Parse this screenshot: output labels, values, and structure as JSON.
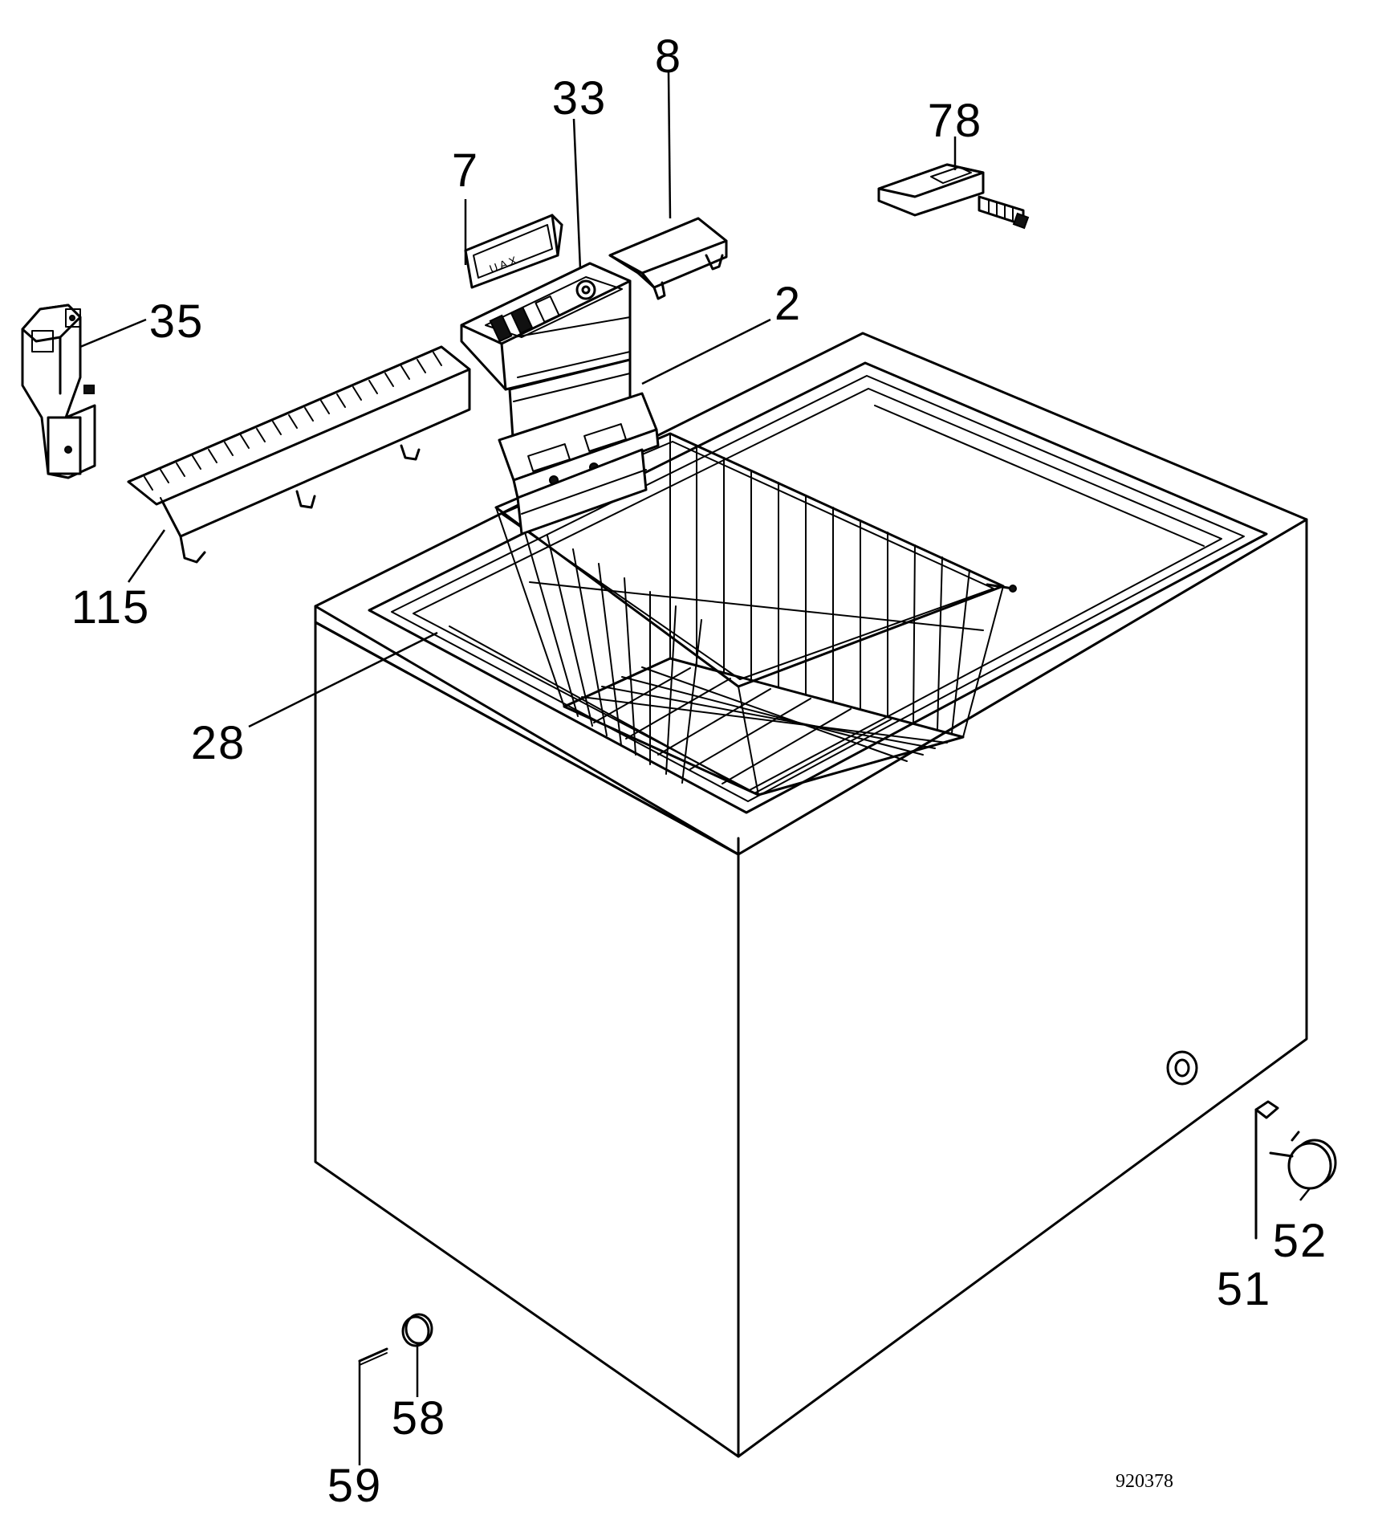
{
  "drawing_number": "920378",
  "callouts": [
    {
      "id": "label-2",
      "text": "2"
    },
    {
      "id": "label-7",
      "text": "7"
    },
    {
      "id": "label-8",
      "text": "8"
    },
    {
      "id": "label-28",
      "text": "28"
    },
    {
      "id": "label-33",
      "text": "33"
    },
    {
      "id": "label-35",
      "text": "35"
    },
    {
      "id": "label-51",
      "text": "51"
    },
    {
      "id": "label-52",
      "text": "52"
    },
    {
      "id": "label-58",
      "text": "58"
    },
    {
      "id": "label-59",
      "text": "59"
    },
    {
      "id": "label-78",
      "text": "78"
    },
    {
      "id": "label-115",
      "text": "115"
    }
  ]
}
